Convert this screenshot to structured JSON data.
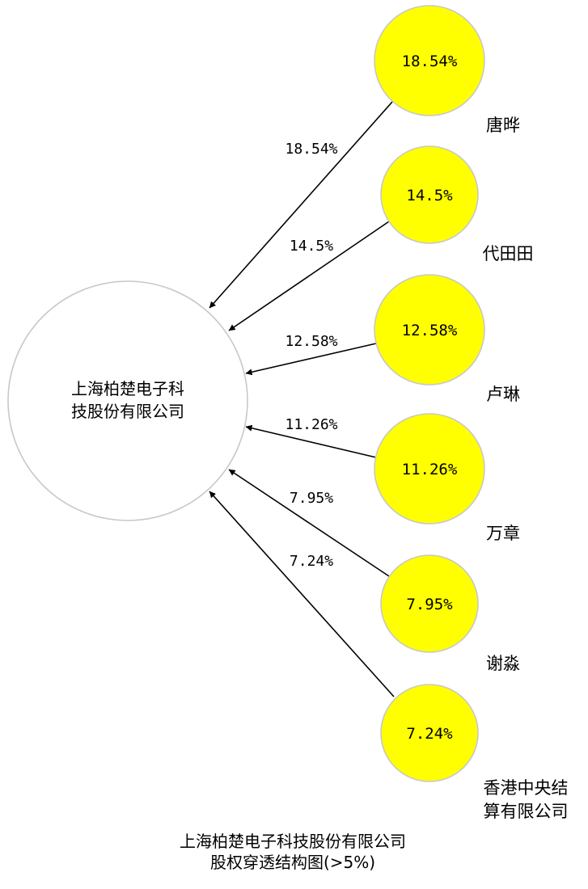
{
  "company": {
    "name_lines": [
      "上海柏楚电子科",
      "技股份有限公司"
    ],
    "fill": "#ffffff",
    "stroke": "#c8c8c8"
  },
  "shareholders": [
    {
      "name_lines": [
        "唐晔"
      ],
      "percent": "18.54%",
      "edge_label": "18.54%"
    },
    {
      "name_lines": [
        "代田田"
      ],
      "percent": "14.5%",
      "edge_label": "14.5%"
    },
    {
      "name_lines": [
        "卢琳"
      ],
      "percent": "12.58%",
      "edge_label": "12.58%"
    },
    {
      "name_lines": [
        "万章"
      ],
      "percent": "11.26%",
      "edge_label": "11.26%"
    },
    {
      "name_lines": [
        "谢淼"
      ],
      "percent": "7.95%",
      "edge_label": "7.95%"
    },
    {
      "name_lines": [
        "香港中央结",
        "算有限公司"
      ],
      "percent": "7.24%",
      "edge_label": "7.24%"
    }
  ],
  "node_fill": "#ffff00",
  "caption": {
    "line1": "上海柏楚电子科技股份有限公司",
    "line2": "股权穿透结构图(>5%)"
  }
}
